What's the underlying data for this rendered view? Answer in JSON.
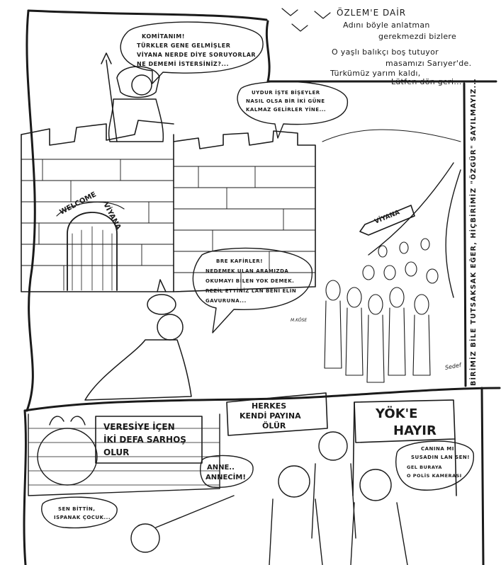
{
  "poem": {
    "title": "ÖZLEM'E DAİR",
    "line1": "Adını böyle anlatman",
    "line2": "gerekmezdi bizlere",
    "line3": "O yaşlı balıkçı boş tutuyor",
    "line4": "masamızı Sarıyer'de.",
    "line5": "Türkümüz yarım kaldı,",
    "line6": "Lütfen dön geri..."
  },
  "bubbles": {
    "sultan": [
      "KOMİTANIM!",
      "TÜRKLER GENE GELMİŞLER",
      "VİYANA NERDE DİYE SORUYORLAR",
      "NE DEMEMİ İSTERSİNİZ?..."
    ],
    "wall": [
      "UYDUR İŞTE BİŞEYLER",
      "NASIL OLSA BİR İKİ GÜNE",
      "KALMAZ GELİRLER YİNE..."
    ],
    "pasha": [
      "BRE KAFİRLER!",
      "NEDEMEK ULAN ARAMIZDA",
      "OKUMAYI BİLEN YOK DEMEK.",
      "REZİL ETTİNİZ LAN BENİ ELİN",
      "GAVURUNA..."
    ],
    "police": [
      "CANINA MI",
      "SUSADIN LAN SEN!",
      "GEL BURAYA",
      "O POLİS KAMERASI"
    ],
    "anne": [
      "ANNE..",
      "ANNECİM!"
    ],
    "spinach": [
      "SEN BİTTİN,",
      "ISPANAK ÇOCUK..."
    ]
  },
  "signs": {
    "welcome": "WELCOME",
    "viyana_gate": "VİYANA",
    "viyana_arrow": "VİYANA",
    "veresiye": [
      "VERESİYE İÇEN",
      "İKİ DEFA SARHOŞ",
      "OLUR"
    ],
    "herkes": [
      "HERKES",
      "KENDİ PAYINA",
      "ÖLÜR"
    ],
    "yok": [
      "YÖK'E",
      "HAYIR"
    ]
  },
  "side_caption": "BİRİMİZ BİLE TUTSAKSAK EĞER, HİÇBİRİMİZ \"ÖZGÜR\" SAYILMAYIZ...",
  "signatures": {
    "sig1": "M.KÖSE",
    "sig2": "Sedef"
  }
}
